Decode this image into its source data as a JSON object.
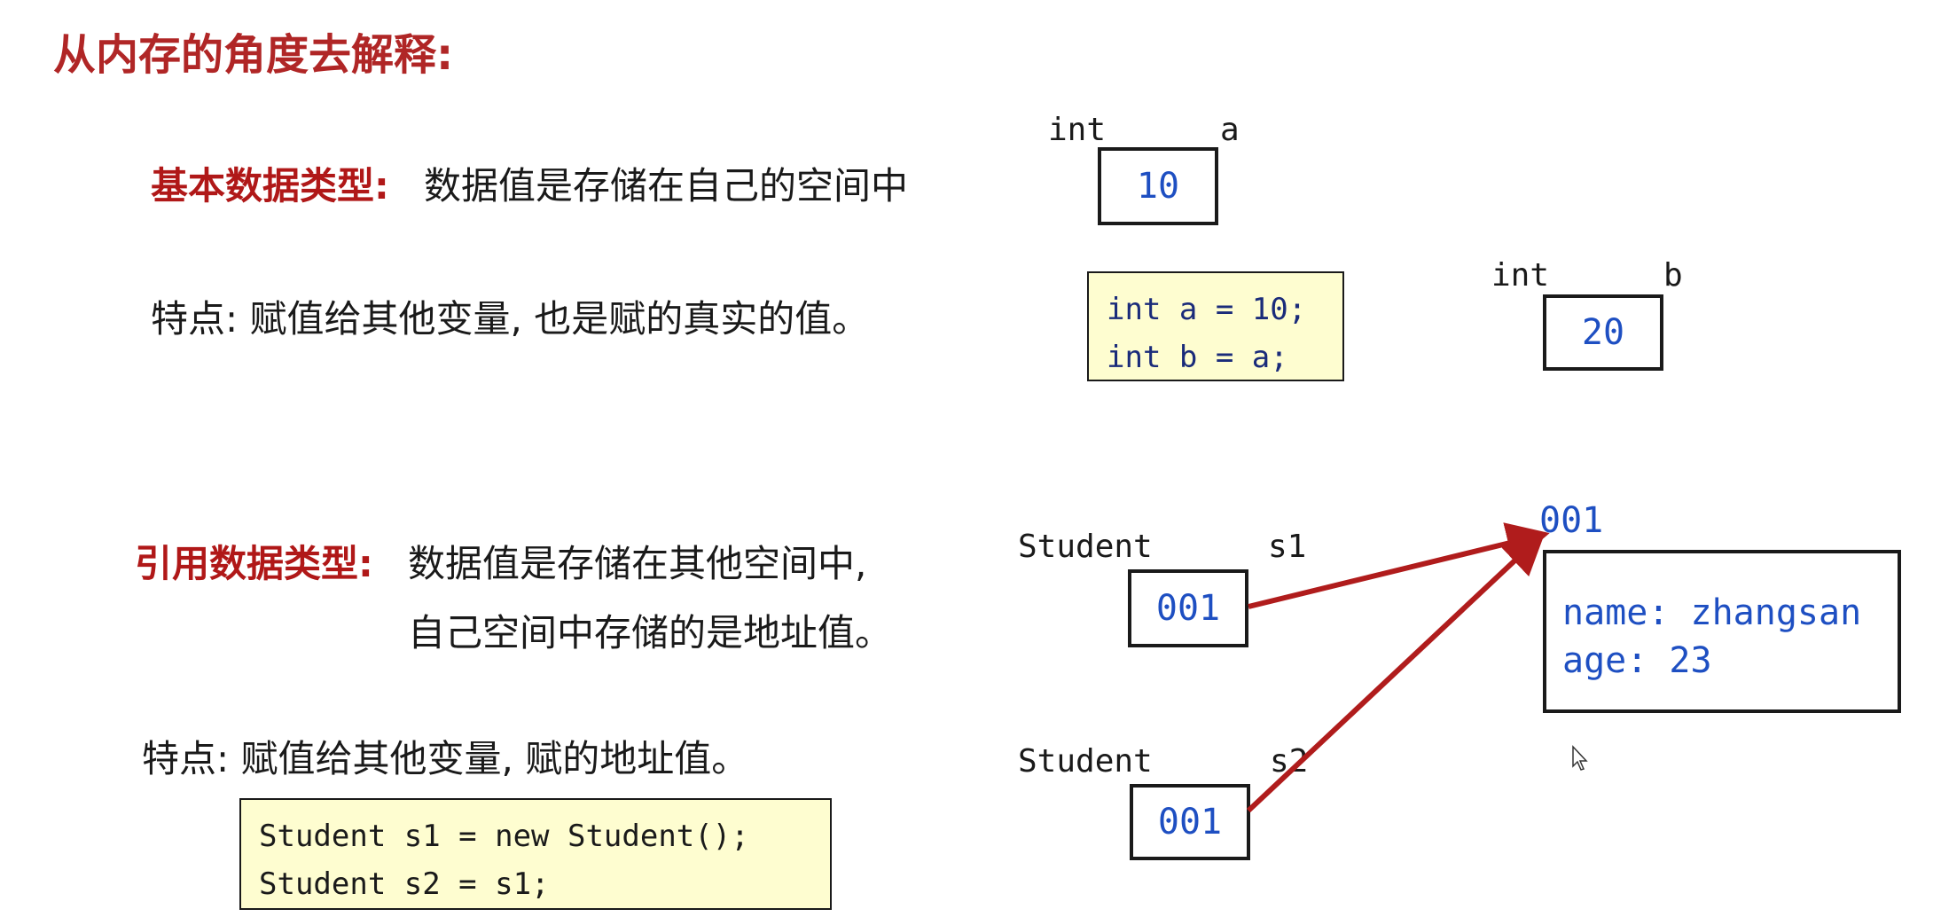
{
  "title": "从内存的角度去解释:",
  "basic": {
    "heading": "基本数据类型:",
    "desc": "数据值是存储在自己的空间中",
    "feature": "特点: 赋值给其他变量, 也是赋的真实的值。",
    "var_a": {
      "type": "int",
      "name": "a",
      "value": "10"
    },
    "var_b": {
      "type": "int",
      "name": "b",
      "value": "20"
    },
    "code": [
      "int a = 10;",
      "int b = a;"
    ]
  },
  "reference": {
    "heading": "引用数据类型:",
    "desc_line1": "数据值是存储在其他空间中,",
    "desc_line2": "自己空间中存储的是地址值。",
    "feature": "特点: 赋值给其他变量, 赋的地址值。",
    "var_s1": {
      "type": "Student",
      "name": "s1",
      "value": "001"
    },
    "var_s2": {
      "type": "Student",
      "name": "s2",
      "value": "001"
    },
    "object": {
      "address": "001",
      "fields": [
        "name: zhangsan",
        "age: 23"
      ]
    },
    "code": [
      "Student s1 = new Student();",
      "Student s2 = s1;"
    ]
  },
  "colors": {
    "heading_red": "#b01818",
    "value_blue": "#1e4fc2",
    "code_bg": "#fefdd0",
    "arrow_red": "#b01c1c"
  },
  "icons": [
    "mouse-cursor-icon"
  ]
}
